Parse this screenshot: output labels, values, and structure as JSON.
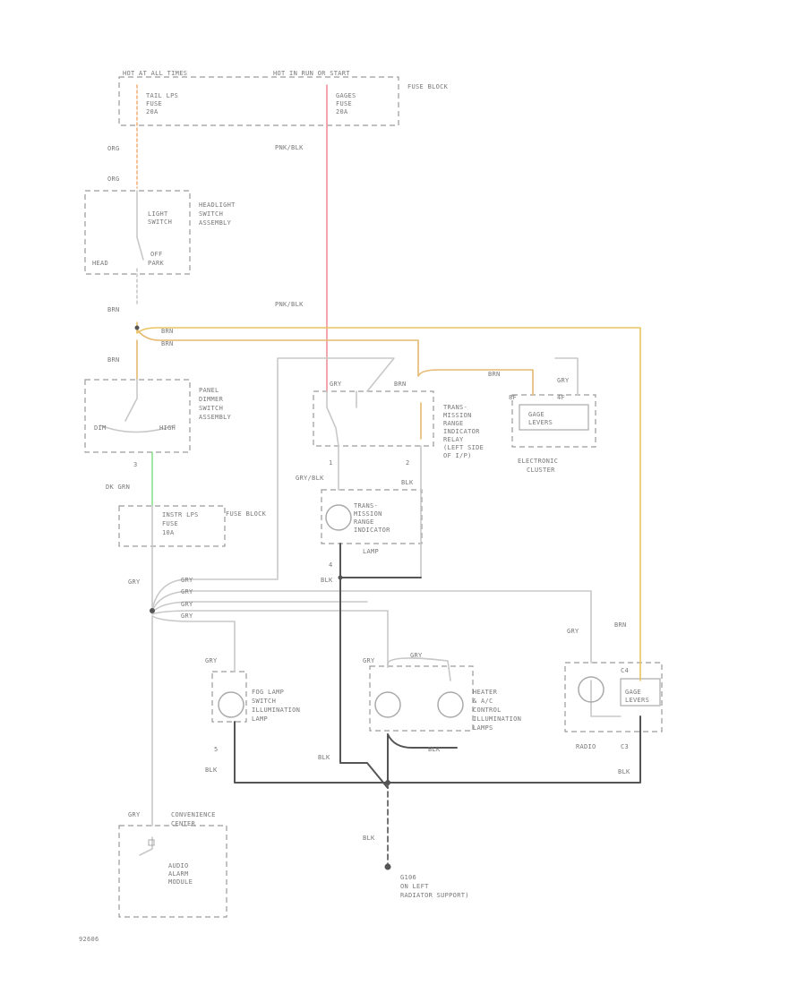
{
  "labels": {
    "hot_top_left": "HOT AT ALL TIMES",
    "hot_top_right": "HOT IN RUN OR START",
    "fuse_block_top": "FUSE BLOCK",
    "tail_fuse_1": "TAIL LPS",
    "tail_fuse_2": "FUSE",
    "tail_fuse_3": "20A",
    "gages_fuse_1": "GAGES",
    "gages_fuse_2": "FUSE",
    "gages_fuse_3": "20A",
    "wire_org_1": "ORG",
    "wire_org_2": "ORG",
    "wire_pnk_blk_1": "PNK/BLK",
    "headlight_1": "HEADLIGHT",
    "headlight_2": "SWITCH",
    "headlight_3": "ASSEMBLY",
    "light_switch_1": "LIGHT",
    "light_switch_2": "SWITCH",
    "head_label": "HEAD",
    "off_label": "OFF",
    "park_label": "PARK",
    "wire_brn_1": "BRN",
    "wire_pnk_blk_2": "PNK/BLK",
    "wire_brn_2": "BRN",
    "wire_brn_3": "BRN",
    "wire_brn_4": "BRN",
    "panel_1": "PANEL",
    "panel_2": "DIMMER",
    "panel_3": "SWITCH",
    "panel_4": "ASSEMBLY",
    "dim_label": "DIM",
    "high_label": "HIGH",
    "wire_gry_relay": "GRY",
    "wire_brn_relay": "BRN",
    "wire_brn_cluster": "BRN",
    "wire_gry_cluster": "GRY",
    "pin_8f": "8F",
    "pin_4f": "4F",
    "gage_1": "GAGE",
    "gage_2": "LEVERS",
    "trans_1": "TRANS-",
    "trans_2": "MISSION",
    "trans_3": "RANGE",
    "trans_4": "INDICATOR",
    "trans_5": "RELAY",
    "trans_6": "(LEFT SIDE",
    "trans_7": "OF I/P)",
    "cluster_1": "ELECTRONIC",
    "cluster_2": "CLUSTER",
    "pin_1": "1",
    "pin_2": "2",
    "pin_3": "3",
    "pin_4": "4",
    "pin_5": "5",
    "wire_gry_blk": "GRY/BLK",
    "wire_blk_1": "BLK",
    "lamp_1": "TRANS-",
    "lamp_2": "MISSION",
    "lamp_3": "RANGE",
    "lamp_4": "INDICATOR",
    "lamp_5": "LAMP",
    "wire_blk_2": "BLK",
    "wire_dk_grn": "DK GRN",
    "instr_fuse_1": "INSTR LPS",
    "instr_fuse_2": "FUSE",
    "instr_fuse_3": "10A",
    "fuse_block_mid": "FUSE BLOCK",
    "wire_gry_main": "GRY",
    "wire_gry_a": "GRY",
    "wire_gry_b": "GRY",
    "wire_gry_c": "GRY",
    "wire_gry_d": "GRY",
    "wire_gry_radio": "GRY",
    "wire_brn_radio": "BRN",
    "wire_gry_fog": "GRY",
    "wire_gry_heater": "GRY",
    "wire_gry_heater2": "GRY",
    "fog_1": "FOG LAMP",
    "fog_2": "SWITCH",
    "fog_3": "ILLUMINATION",
    "fog_4": "LAMP",
    "heater_1": "HEATER",
    "heater_2": "& A/C",
    "heater_3": "CONTROL",
    "heater_4": "ILLUMINATION",
    "heater_5": "LAMPS",
    "c4_label": "C4",
    "gage_lever_r_1": "GAGE",
    "gage_lever_r_2": "LEVERS",
    "radio_label": "RADIO",
    "c3_label": "C3",
    "wire_blk_fog": "BLK",
    "wire_blk_heater": "BLK",
    "wire_blk_heater2": "BLK",
    "wire_blk_radio": "BLK",
    "wire_blk_ground": "BLK",
    "conv_1": "CONVENIENCE",
    "conv_2": "CENTER",
    "wire_gry_conv": "GRY",
    "audio_1": "AUDIO",
    "audio_2": "ALARM",
    "audio_3": "MODULE",
    "ground_1": "G106",
    "ground_2": "ON LEFT",
    "ground_3": "RADIATOR SUPPORT)",
    "figure_id": "92606"
  },
  "colors": {
    "orange_wire": "#f4b27a",
    "pink_wire": "#f0909a",
    "brown_wire": "#e6b870",
    "yellow_wire": "#e8c560",
    "green_wire": "#8ee08e",
    "gray_wire": "#c8c8c8",
    "black_wire": "#555555"
  }
}
